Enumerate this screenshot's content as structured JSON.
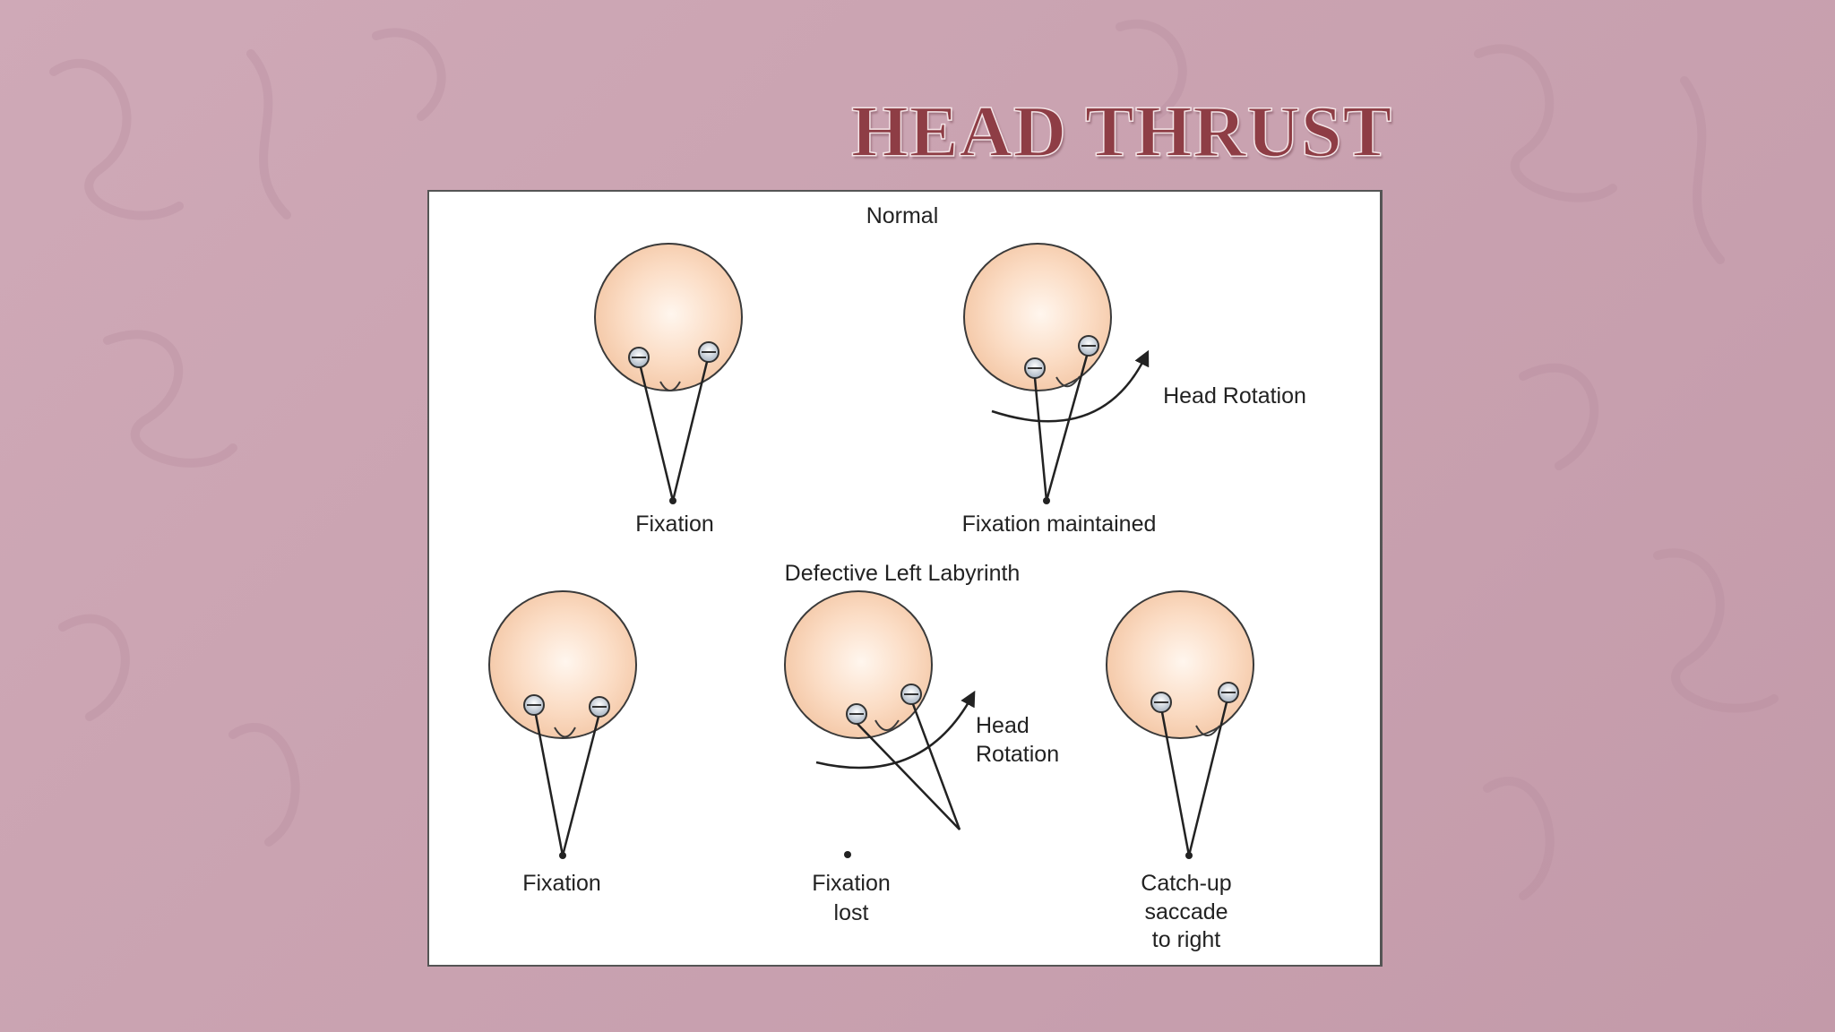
{
  "slide": {
    "title": "HEAD THRUST"
  },
  "diagram": {
    "normal_heading": "Normal",
    "defective_heading": "Defective Left Labyrinth",
    "normal": {
      "fixation": "Fixation",
      "fixation_maintained": "Fixation maintained",
      "head_rotation": "Head Rotation"
    },
    "defective": {
      "fixation": "Fixation",
      "fixation_lost_1": "Fixation",
      "fixation_lost_2": "lost",
      "head_rotation_1": "Head",
      "head_rotation_2": "Rotation",
      "catchup_1": "Catch-up",
      "catchup_2": "saccade",
      "catchup_3": "to right"
    }
  },
  "colors": {
    "title": "#8e3d45",
    "background": "#cba4b3",
    "head_fill": "#f6cfae"
  }
}
